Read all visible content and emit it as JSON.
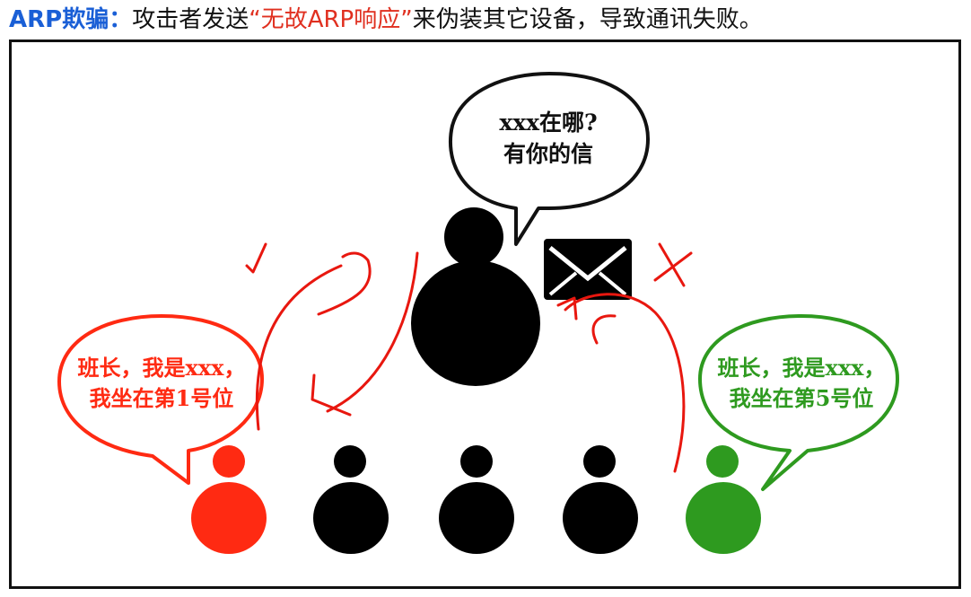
{
  "title": {
    "term": "ARP欺骗：",
    "text_before": "攻击者发送",
    "quote_open": "“",
    "highlight": "无故ARP响应",
    "quote_close": "”",
    "text_after": "来伪装其它设备，导致通讯失败。"
  },
  "bubbles": {
    "leader": {
      "line1": "xxx在哪?",
      "line2": "有你的信"
    },
    "attacker": {
      "line1": "班长，我是xxx，",
      "line2": "我坐在第1号位"
    },
    "real": {
      "line1": "班长，我是xxx，",
      "line2": "我坐在第5号位"
    }
  },
  "colors": {
    "accent_blue": "#1a5fd6",
    "attacker_red": "#ff2a12",
    "real_green": "#2e9a1f",
    "annotation_red": "#e8170f",
    "person_black": "#000000"
  },
  "icons": {
    "envelope": "envelope-icon",
    "check_mark": "check-mark",
    "cross_mark": "x-mark"
  }
}
